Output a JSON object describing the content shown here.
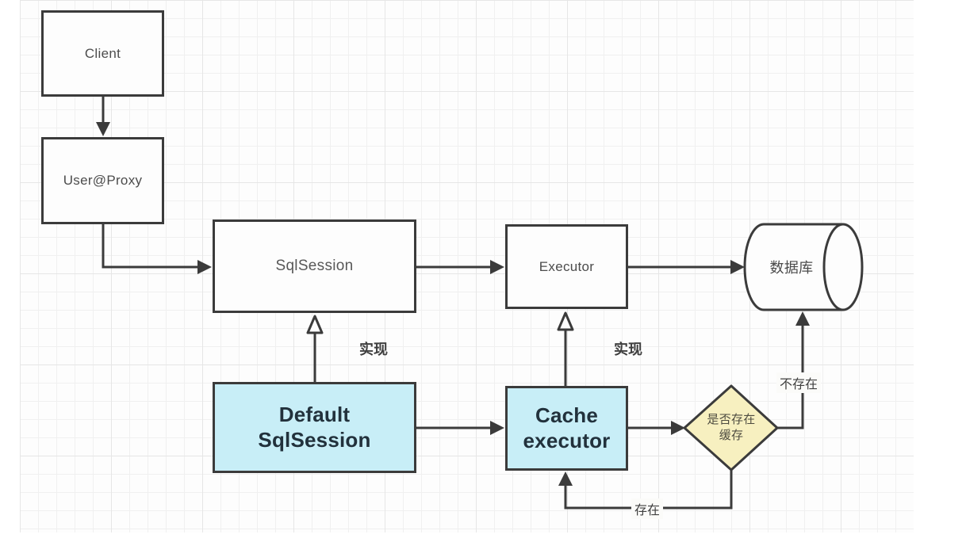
{
  "diagram": {
    "nodes": {
      "client": {
        "label": "Client"
      },
      "user_proxy": {
        "label": "User@Proxy"
      },
      "sqlsession": {
        "label": "SqlSession"
      },
      "executor": {
        "label": "Executor"
      },
      "database": {
        "label": "数据库"
      },
      "default_sqlsession": {
        "label_line1": "Default",
        "label_line2": "SqlSession"
      },
      "cache_executor": {
        "label_line1": "Cache",
        "label_line2": "executor"
      },
      "cache_decision": {
        "label_line1": "是否存在",
        "label_line2": "缓存"
      }
    },
    "edge_labels": {
      "implements_sqlsession": "实现",
      "implements_executor": "实现",
      "cache_miss": "不存在",
      "cache_hit": "存在"
    },
    "colors": {
      "stroke": "#3b3b3b",
      "node_fill": "#fdfdfd",
      "highlight_fill": "#c8eef7",
      "decision_fill": "#f7f0c0",
      "grid_line_minor": "#f0f0f0",
      "grid_line_major": "#e6e6e6",
      "label_text": "#4a4a4a",
      "highlight_text": "#22313c"
    }
  }
}
